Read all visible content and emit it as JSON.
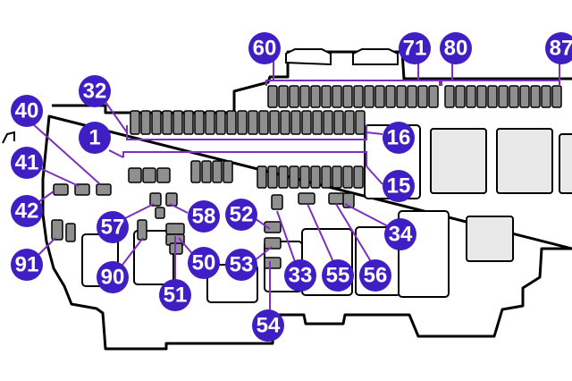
{
  "colors": {
    "callout_fill": "#3f1fc4",
    "callout_text": "#ffffff",
    "fuse_fill": "#8f8f8f",
    "relay_fill": "#e9e9e9",
    "bracket_stroke": "#7d2fbf",
    "outline_stroke": "#000000"
  },
  "callouts": [
    {
      "id": "c60",
      "label": "60"
    },
    {
      "id": "c71",
      "label": "71"
    },
    {
      "id": "c80",
      "label": "80"
    },
    {
      "id": "c87",
      "label": "87"
    },
    {
      "id": "c32",
      "label": "32"
    },
    {
      "id": "c40",
      "label": "40"
    },
    {
      "id": "c1",
      "label": "1"
    },
    {
      "id": "c16",
      "label": "16"
    },
    {
      "id": "c41",
      "label": "41"
    },
    {
      "id": "c15",
      "label": "15"
    },
    {
      "id": "c42",
      "label": "42"
    },
    {
      "id": "c57",
      "label": "57"
    },
    {
      "id": "c58",
      "label": "58"
    },
    {
      "id": "c52",
      "label": "52"
    },
    {
      "id": "c34",
      "label": "34"
    },
    {
      "id": "c91",
      "label": "91"
    },
    {
      "id": "c90",
      "label": "90"
    },
    {
      "id": "c50",
      "label": "50"
    },
    {
      "id": "c53",
      "label": "53"
    },
    {
      "id": "c33",
      "label": "33"
    },
    {
      "id": "c55",
      "label": "55"
    },
    {
      "id": "c56",
      "label": "56"
    },
    {
      "id": "c51",
      "label": "51"
    },
    {
      "id": "c54",
      "label": "54"
    }
  ]
}
